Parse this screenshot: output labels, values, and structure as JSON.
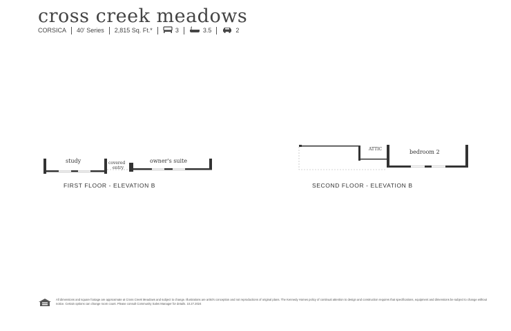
{
  "header": {
    "title": "cross creek meadows",
    "model": "CORSICA",
    "series": "40' Series",
    "sqft": "2,815 Sq. Ft.*",
    "beds": "3",
    "baths": "3.5",
    "garage": "2"
  },
  "icons": {
    "beds": "bed-icon",
    "baths": "bathtub-icon",
    "garage": "car-icon",
    "footer": "equal-housing-icon"
  },
  "first_floor": {
    "label": "FIRST FLOOR - ELEVATION B",
    "rooms": {
      "study": "study",
      "covered_entry_1": "covered",
      "covered_entry_2": "entry",
      "owners_suite": "owner's suite"
    }
  },
  "second_floor": {
    "label": "SECOND FLOOR - ELEVATION B",
    "rooms": {
      "attic": "ATTIC",
      "bedroom2": "bedroom 2"
    }
  },
  "footer": {
    "disclaimer": "All dimensions and square footage are approximate at Cross Creek Meadows and subject to change. Illustrations are artist's conception and not reproductions of original plans. The Kennedy Homes policy of continual attention to design and construction requires that specifications, equipment and dimensions be subject to change without notice. Certain options can change room count. Please consult Community Sales Manager for details. 10.27.2024"
  },
  "colors": {
    "wall": "#333333",
    "text": "#444444"
  }
}
